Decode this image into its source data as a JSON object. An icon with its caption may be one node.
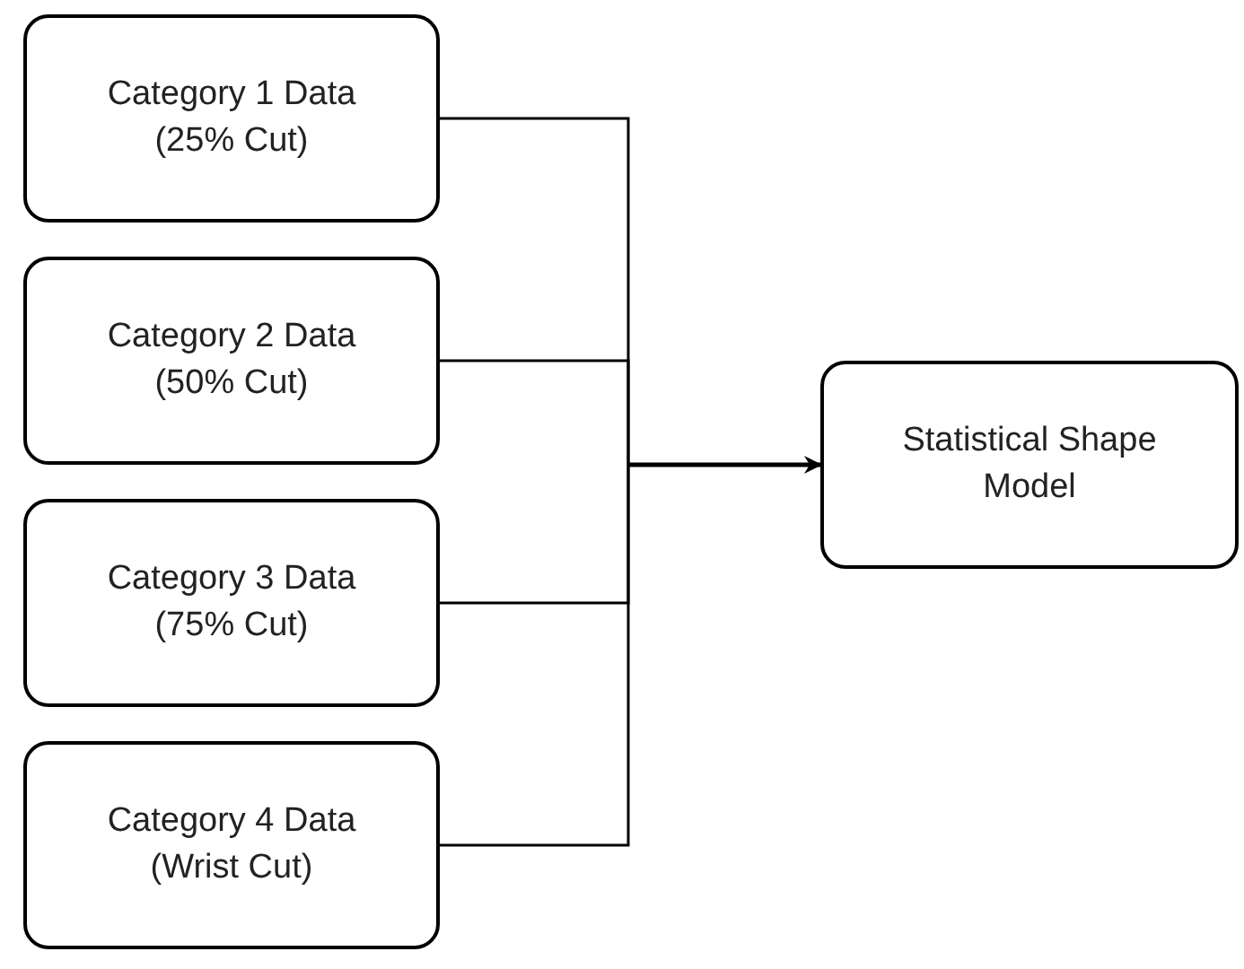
{
  "diagram": {
    "nodes": [
      {
        "text": [
          "Category 1 Data (25% Cut)"
        ]
      },
      {
        "text": [
          "Category 2 Data (50% Cut)"
        ]
      },
      {
        "text": [
          "Category 3 Data (75% Cut)"
        ]
      },
      {
        "text": [
          "Category 4 Data (Wrist Cut)"
        ]
      },
      {
        "text": [
          "Statistical Shape Model"
        ]
      }
    ],
    "edges": [
      {
        "from": 0,
        "to": 4,
        "arrow": "to"
      },
      {
        "from": 1,
        "to": 4,
        "arrow": "to"
      },
      {
        "from": 2,
        "to": 4,
        "arrow": "to"
      },
      {
        "from": 3,
        "to": 4,
        "arrow": "to"
      }
    ]
  }
}
